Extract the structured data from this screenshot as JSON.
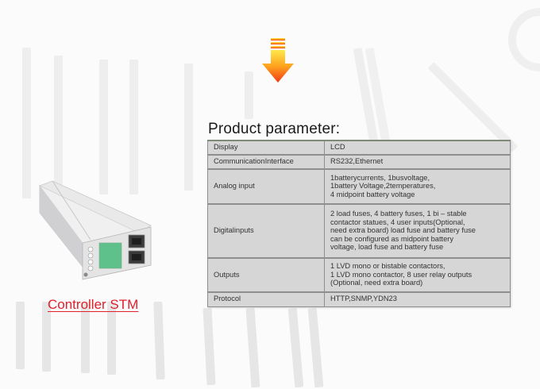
{
  "arrow": {
    "icon": "down-arrow-icon",
    "colors": {
      "top": "#ffe94a",
      "bottom": "#f03a16"
    }
  },
  "section_title": "Product parameter:",
  "product": {
    "label": "Controller STM",
    "label_color": "#e0202b",
    "image": "controller-module-image",
    "screen_color": "#5ec08a"
  },
  "params": [
    {
      "key": "Display",
      "value": "LCD"
    },
    {
      "key": "CommunicationInterface",
      "value": "RS232,Ethernet"
    },
    {
      "key": "Analog input",
      "value": "1batterycurrents, 1busvoltage,\n1battery Voltage,2temperatures,\n4 midpoint battery voltage"
    },
    {
      "key": "Digitalinputs",
      "value": "2 load fuses, 4 battery fuses, 1 bi – stable\ncontactor statues, 4 user inputs(Optional,\nneed extra board) load fuse and battery fuse\ncan be configured as midpoint battery\nvoltage, load fuse and battery fuse"
    },
    {
      "key": "Outputs",
      "value": "1 LVD mono or bistable contactors,\n1 LVD mono contactor, 8 user relay outputs\n(Optional, need extra board)"
    },
    {
      "key": "Protocol",
      "value": "HTTP,SNMP,YDN23"
    }
  ]
}
